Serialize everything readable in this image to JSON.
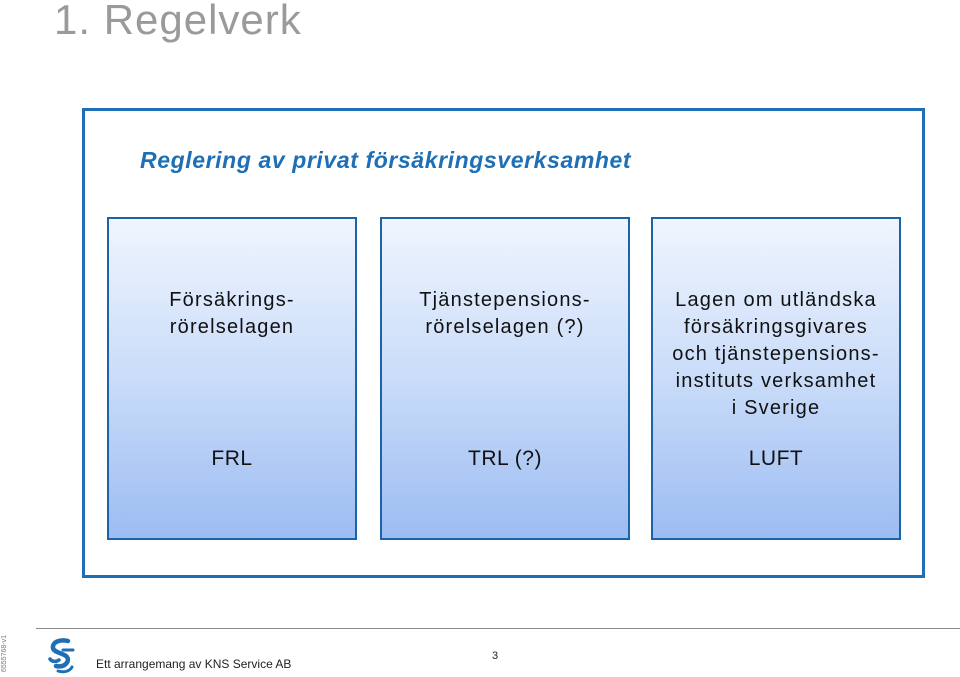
{
  "slide": {
    "title": "1. Regelverk",
    "heading": "Reglering av privat försäkringsverksamhet"
  },
  "boxes": [
    {
      "lines": [
        "Försäkrings-",
        "rörelselagen"
      ],
      "abbr": "FRL"
    },
    {
      "lines": [
        "Tjänstepensions-",
        "rörelselagen (?)"
      ],
      "abbr": "TRL (?)"
    },
    {
      "lines": [
        "Lagen om utländska",
        "försäkringsgivares",
        "och tjänstepensions-",
        "instituts verksamhet",
        "i Sverige"
      ],
      "abbr": "LUFT"
    }
  ],
  "footer": {
    "text": "Ett arrangemang av KNS Service AB",
    "page_number": "3",
    "side_code": "6555768-v1",
    "logo_icon": "kns-logo-icon"
  },
  "colors": {
    "accent": "#1e6fb5",
    "title_gray": "#9a9a9a",
    "box_border": "#1c63a8"
  }
}
